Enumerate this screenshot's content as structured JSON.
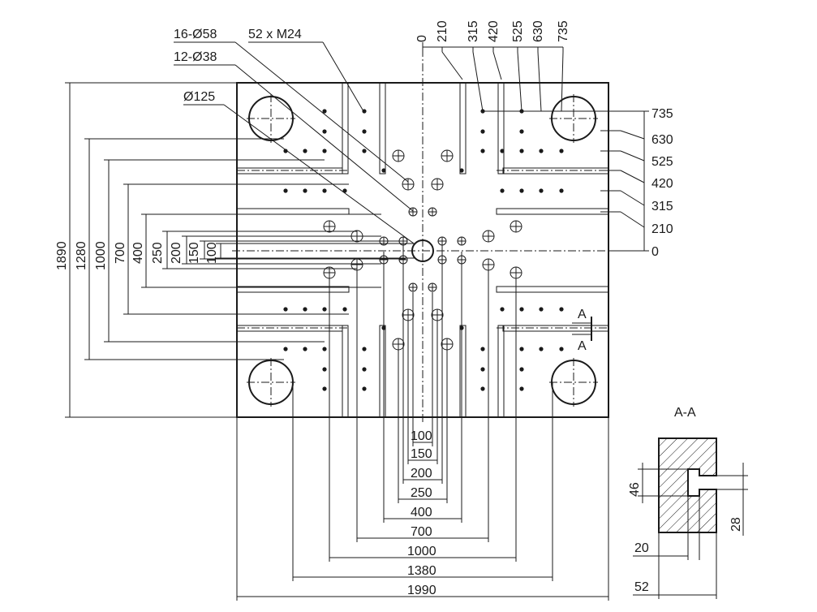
{
  "callouts": {
    "holes_58": "16-Ø58",
    "tapped_holes": "52 x  M24",
    "holes_38": "12-Ø38",
    "center_hole": "Ø125"
  },
  "top_ticks": [
    "0",
    "210",
    "315",
    "420",
    "525",
    "630",
    "735"
  ],
  "right_ticks": [
    "735",
    "630",
    "525",
    "420",
    "315",
    "210",
    "0"
  ],
  "left_dims": [
    "1890",
    "1280",
    "1000",
    "700",
    "400",
    "250",
    "200",
    "150",
    "100"
  ],
  "bottom_dims": [
    "100",
    "150",
    "200",
    "250",
    "400",
    "700",
    "1000",
    "1380",
    "1990"
  ],
  "section": {
    "title": "A-A",
    "marker_top": "A",
    "marker_bottom": "A",
    "dim_46": "46",
    "dim_28": "28",
    "dim_20": "20",
    "dim_52": "52"
  }
}
